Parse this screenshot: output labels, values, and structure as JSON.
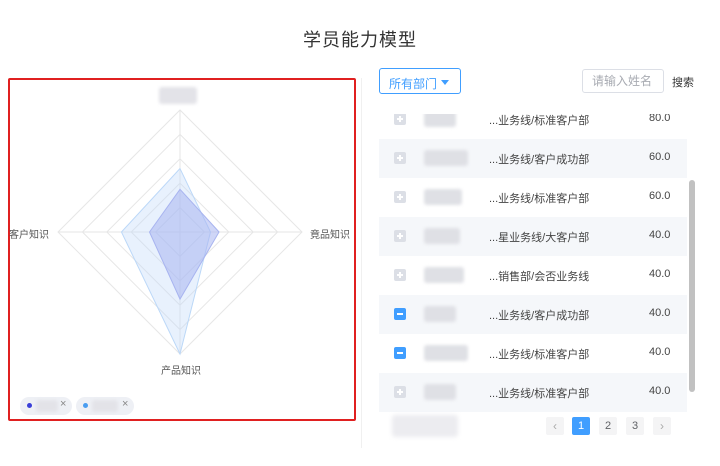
{
  "page": {
    "title": "学员能力模型"
  },
  "radar": {
    "axes": [
      {
        "name": "",
        "redacted": true
      },
      {
        "name": "竟品知识"
      },
      {
        "name": "产品知识"
      },
      {
        "name": "客户知识"
      }
    ],
    "legend": [
      {
        "color": "#3a3fd8",
        "close": "×",
        "redacted": true
      },
      {
        "color": "#4a9df0",
        "close": "×",
        "redacted": true
      }
    ],
    "series_colors": [
      "#a8b4f0",
      "#bcd8f8"
    ]
  },
  "chart_data": {
    "type": "radar",
    "indicators": [
      "",
      "竟品知识",
      "产品知识",
      "客户知识"
    ],
    "max": 100,
    "series": [
      {
        "values": [
          35,
          32,
          55,
          25
        ]
      },
      {
        "values": [
          52,
          25,
          100,
          48
        ]
      }
    ]
  },
  "filter": {
    "dept_label": "所有部门",
    "search_placeholder": "请输入姓名",
    "search_label": "搜索"
  },
  "list": {
    "rows": [
      {
        "dept": "...业务线/标准客户部",
        "score": "80.0",
        "check": "plus"
      },
      {
        "dept": "...业务线/客户成功部",
        "score": "60.0",
        "check": "plus"
      },
      {
        "dept": "...业务线/标准客户部",
        "score": "60.0",
        "check": "plus"
      },
      {
        "dept": "...星业务线/大客户部",
        "score": "40.0",
        "check": "plus"
      },
      {
        "dept": "...销售部/会否业务线",
        "score": "40.0",
        "check": "plus"
      },
      {
        "dept": "...业务线/客户成功部",
        "score": "40.0",
        "check": "minus"
      },
      {
        "dept": "...业务线/标准客户部",
        "score": "40.0",
        "check": "minus"
      },
      {
        "dept": "...业务线/标准客户部",
        "score": "40.0",
        "check": "plus"
      }
    ]
  },
  "pagination": {
    "prev": "‹",
    "next": "›",
    "pages": [
      "1",
      "2",
      "3"
    ],
    "current": "1"
  }
}
